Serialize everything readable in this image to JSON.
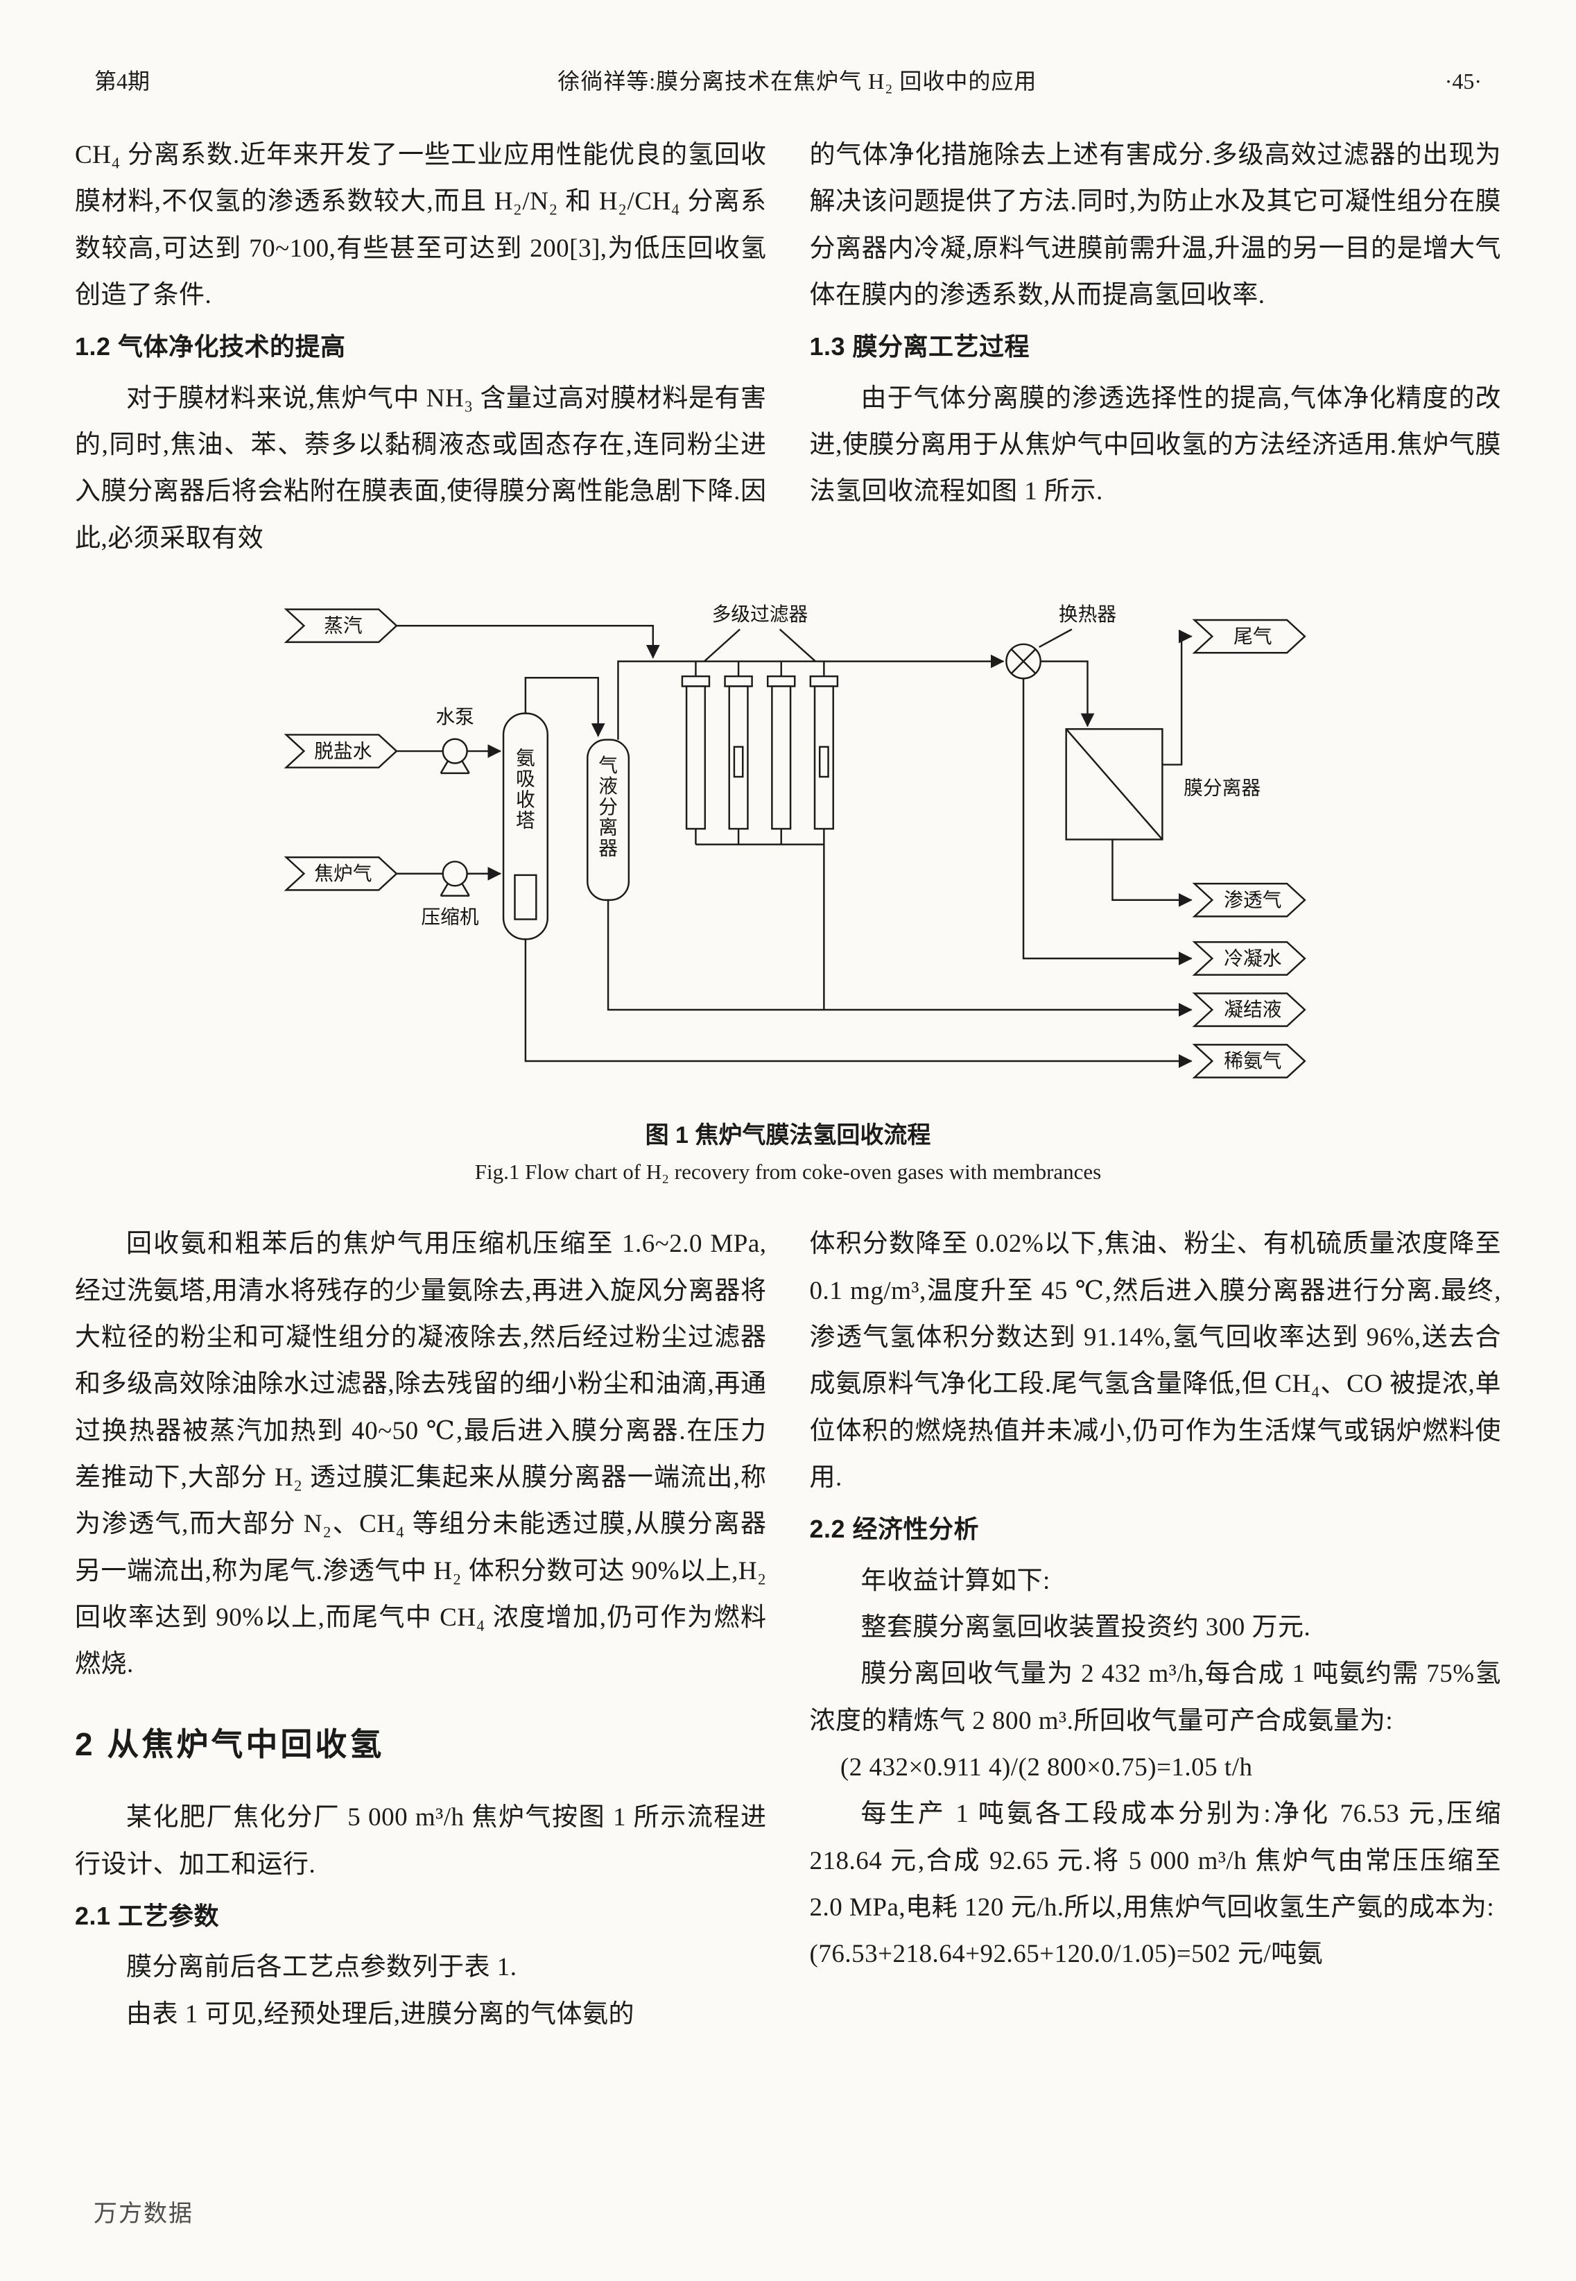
{
  "header": {
    "issue_label": "第4期",
    "running_title": "徐徜祥等:膜分离技术在焦炉气 H₂ 回收中的应用",
    "page_number": "·45·"
  },
  "top_left": {
    "para_continuation": "CH₄ 分离系数.近年来开发了一些工业应用性能优良的氢回收膜材料,不仅氢的渗透系数较大,而且 H₂/N₂ 和 H₂/CH₄ 分离系数较高,可达到 70~100,有些甚至可达到 200[3],为低压回收氢创造了条件.",
    "heading_1_2": "1.2  气体净化技术的提高",
    "para_1_2": "对于膜材料来说,焦炉气中 NH₃ 含量过高对膜材料是有害的,同时,焦油、苯、萘多以黏稠液态或固态存在,连同粉尘进入膜分离器后将会粘附在膜表面,使得膜分离性能急剧下降.因此,必须采取有效"
  },
  "top_right": {
    "para_continuation": "的气体净化措施除去上述有害成分.多级高效过滤器的出现为解决该问题提供了方法.同时,为防止水及其它可凝性组分在膜分离器内冷凝,原料气进膜前需升温,升温的另一目的是增大气体在膜内的渗透系数,从而提高氢回收率.",
    "heading_1_3": "1.3  膜分离工艺过程",
    "para_1_3": "由于气体分离膜的渗透选择性的提高,气体净化精度的改进,使膜分离用于从焦炉气中回收氢的方法经济适用.焦炉气膜法氢回收流程如图 1 所示."
  },
  "figure": {
    "caption_cn": "图 1  焦炉气膜法氢回收流程",
    "caption_en": "Fig.1  Flow chart of H₂ recovery from coke-oven gases with membrances",
    "labels": {
      "steam": "蒸汽",
      "water_pump": "水泵",
      "desalted_water": "脱盐水",
      "coke_oven_gas": "焦炉气",
      "compressor": "压缩机",
      "ammonia_absorber": "氨吸收塔",
      "gas_liquid_separator": "气液分离器",
      "multistage_filter": "多级过滤器",
      "heat_exchanger": "换热器",
      "tail_gas": "尾气",
      "membrane_separator": "膜分离器",
      "permeate_gas": "渗透气",
      "condensed_water": "冷凝水",
      "condensate": "凝结液",
      "dilute_ammonia": "稀氨气"
    }
  },
  "bottom_left": {
    "para_process": "回收氨和粗苯后的焦炉气用压缩机压缩至 1.6~2.0 MPa,经过洗氨塔,用清水将残存的少量氨除去,再进入旋风分离器将大粒径的粉尘和可凝性组分的凝液除去,然后经过粉尘过滤器和多级高效除油除水过滤器,除去残留的细小粉尘和油滴,再通过换热器被蒸汽加热到 40~50 ℃,最后进入膜分离器.在压力差推动下,大部分 H₂ 透过膜汇集起来从膜分离器一端流出,称为渗透气,而大部分 N₂、CH₄ 等组分未能透过膜,从膜分离器另一端流出,称为尾气.渗透气中 H₂ 体积分数可达 90%以上,H₂ 回收率达到 90%以上,而尾气中 CH₄ 浓度增加,仍可作为燃料燃烧.",
    "heading_2": "2  从焦炉气中回收氢",
    "para_intro": "某化肥厂焦化分厂 5 000 m³/h 焦炉气按图 1 所示流程进行设计、加工和运行.",
    "heading_2_1": "2.1  工艺参数",
    "para_2_1a": "膜分离前后各工艺点参数列于表 1.",
    "para_2_1b": "由表 1 可见,经预处理后,进膜分离的气体氨的"
  },
  "bottom_right": {
    "para_cont": "体积分数降至 0.02%以下,焦油、粉尘、有机硫质量浓度降至 0.1 mg/m³,温度升至 45 ℃,然后进入膜分离器进行分离.最终,渗透气氢体积分数达到 91.14%,氢气回收率达到 96%,送去合成氨原料气净化工段.尾气氢含量降低,但 CH₄、CO 被提浓,单位体积的燃烧热值并未减小,仍可作为生活煤气或锅炉燃料使用.",
    "heading_2_2": "2.2  经济性分析",
    "para_a": "年收益计算如下:",
    "para_b": "整套膜分离氢回收装置投资约 300 万元.",
    "para_c": "膜分离回收气量为 2 432 m³/h,每合成 1 吨氨约需 75%氢浓度的精炼气 2 800 m³.所回收气量可产合成氨量为:",
    "equation_1": "(2 432×0.911 4)/(2 800×0.75)=1.05 t/h",
    "para_d": "每生产 1 吨氨各工段成本分别为:净化 76.53 元,压缩 218.64 元,合成 92.65 元.将 5 000 m³/h 焦炉气由常压压缩至 2.0 MPa,电耗 120 元/h.所以,用焦炉气回收氢生产氨的成本为:",
    "equation_2": "(76.53+218.64+92.65+120.0/1.05)=502 元/吨氨"
  },
  "footer": {
    "watermark": "万方数据"
  }
}
